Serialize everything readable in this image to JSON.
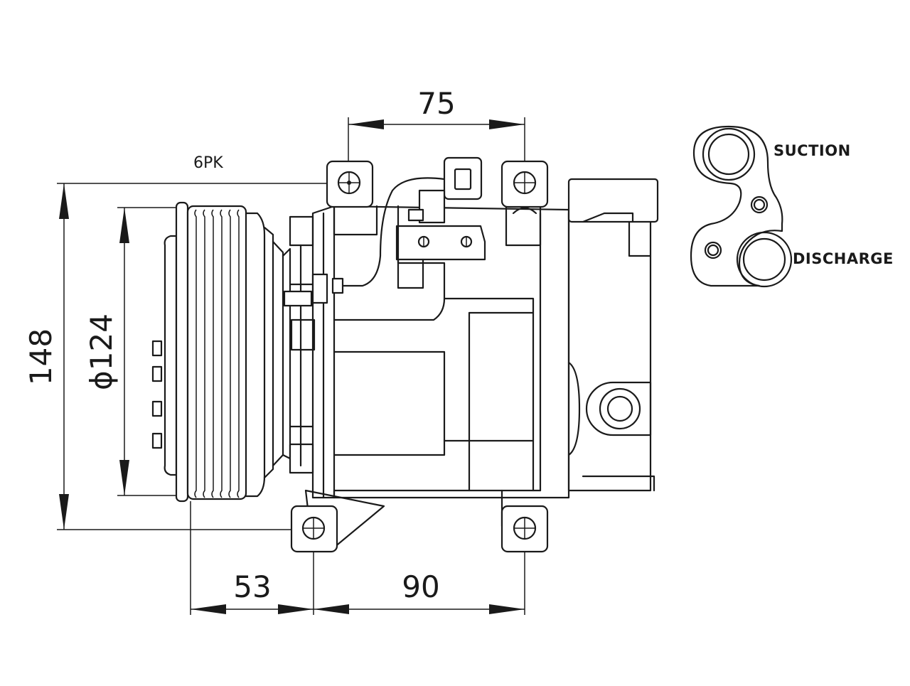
{
  "dimensions": {
    "top_width": "75",
    "height": "148",
    "pulley_diameter": "ϕ124",
    "pulley_offset": "53",
    "mount_spacing": "90"
  },
  "labels": {
    "belt": "6PK",
    "suction": "SUCTION",
    "discharge": "DISCHARGE"
  },
  "colors": {
    "line": "#1a1a1a",
    "background": "#ffffff"
  }
}
